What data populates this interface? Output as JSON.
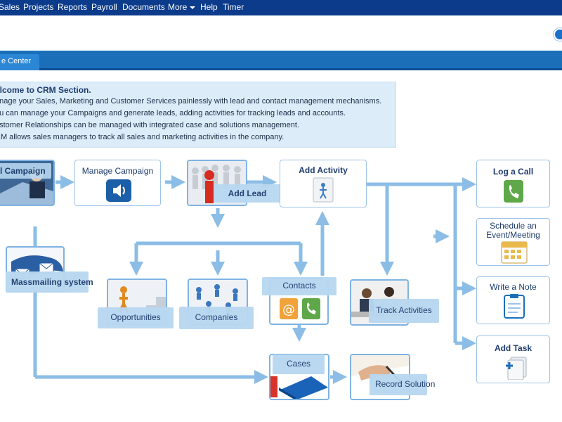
{
  "nav": {
    "items": [
      "Sales",
      "Projects",
      "Reports",
      "Payroll",
      "Documents",
      "More",
      "Help",
      "Timer"
    ]
  },
  "tab": {
    "label": "e Center"
  },
  "welcome": {
    "title": "elcome to CRM Section.",
    "lines": [
      "anage your Sales, Marketing and Customer Services painlessly with lead and contact management mechanisms.",
      "ou can manage your Campaigns and generate leads, adding activities for tracking leads and accounts.",
      "ustomer Relationships can be managed with integrated case and solutions management.",
      "RM allows sales managers to track all sales and marketing activities in the company."
    ]
  },
  "diagram": {
    "campaign": "l Campaign",
    "manage_campaign": "Manage Campaign",
    "add_lead": "Add Lead",
    "add_activity": "Add Activity",
    "massmailing": "Massmailing system",
    "opportunities": "Opportunities",
    "companies": "Companies",
    "contacts": "Contacts",
    "track_activities": "Track Activities",
    "cases": "Cases",
    "record_solution": "Record Solution",
    "log_call": "Log a Call",
    "schedule_line1": "Schedule an",
    "schedule_line2": "Event/Meeting",
    "write_note": "Write a Note",
    "add_task": "Add Task"
  },
  "colors": {
    "nav_bg": "#0b3b8a",
    "tab_bar": "#1b6fb9",
    "arrow": "#8bbde6",
    "pill_bg": "#b8d8f1"
  }
}
